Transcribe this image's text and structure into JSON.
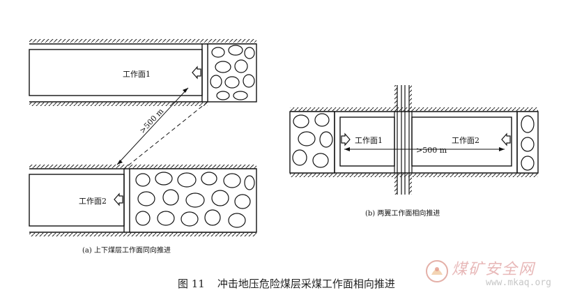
{
  "diagram_a": {
    "face1_label": "工作面1",
    "face2_label": "工作面2",
    "distance_label": ">500 m",
    "caption": "(a) 上下煤层工作面同向推进"
  },
  "diagram_b": {
    "face1_label": "工作面1",
    "face2_label": "工作面2",
    "distance_label": ">500 m",
    "caption": "(b) 两翼工作面相向推进"
  },
  "figure_caption": {
    "number": "图 11",
    "title": "冲击地压危险煤层采煤工作面相向推进"
  },
  "watermark": {
    "site_name": "煤矿安全网",
    "url": "www.mkaq.org"
  }
}
